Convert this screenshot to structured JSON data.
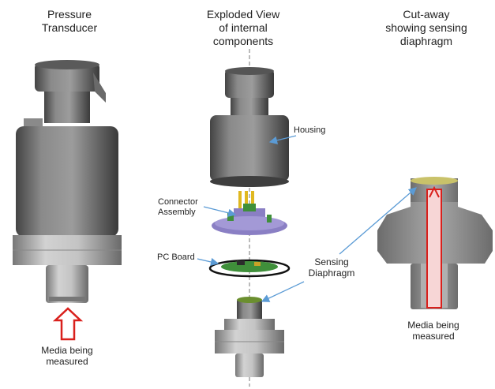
{
  "titles": {
    "pressure_transducer": "Pressure\nTransducer",
    "exploded_view": "Exploded View\nof internal\ncomponents",
    "cutaway": "Cut-away\nshowing sensing\ndiaphragm"
  },
  "labels": {
    "housing": "Housing",
    "connector_assembly": "Connector\nAssembly",
    "pc_board": "PC Board",
    "sensing_diaphragm": "Sensing\nDiaphragm",
    "media_left": "Media being\nmeasured",
    "media_right": "Media being\nmeasured"
  },
  "colors": {
    "body_gray": "#7a7a7a",
    "body_light": "#b9b9b9",
    "body_dark": "#4e4e4e",
    "arrow_red": "#d9201c",
    "callout_blue": "#5b9bd5",
    "connector_purple": "#8a7fc4",
    "pins_gold": "#e0b820",
    "board_green": "#3f8f3a"
  }
}
